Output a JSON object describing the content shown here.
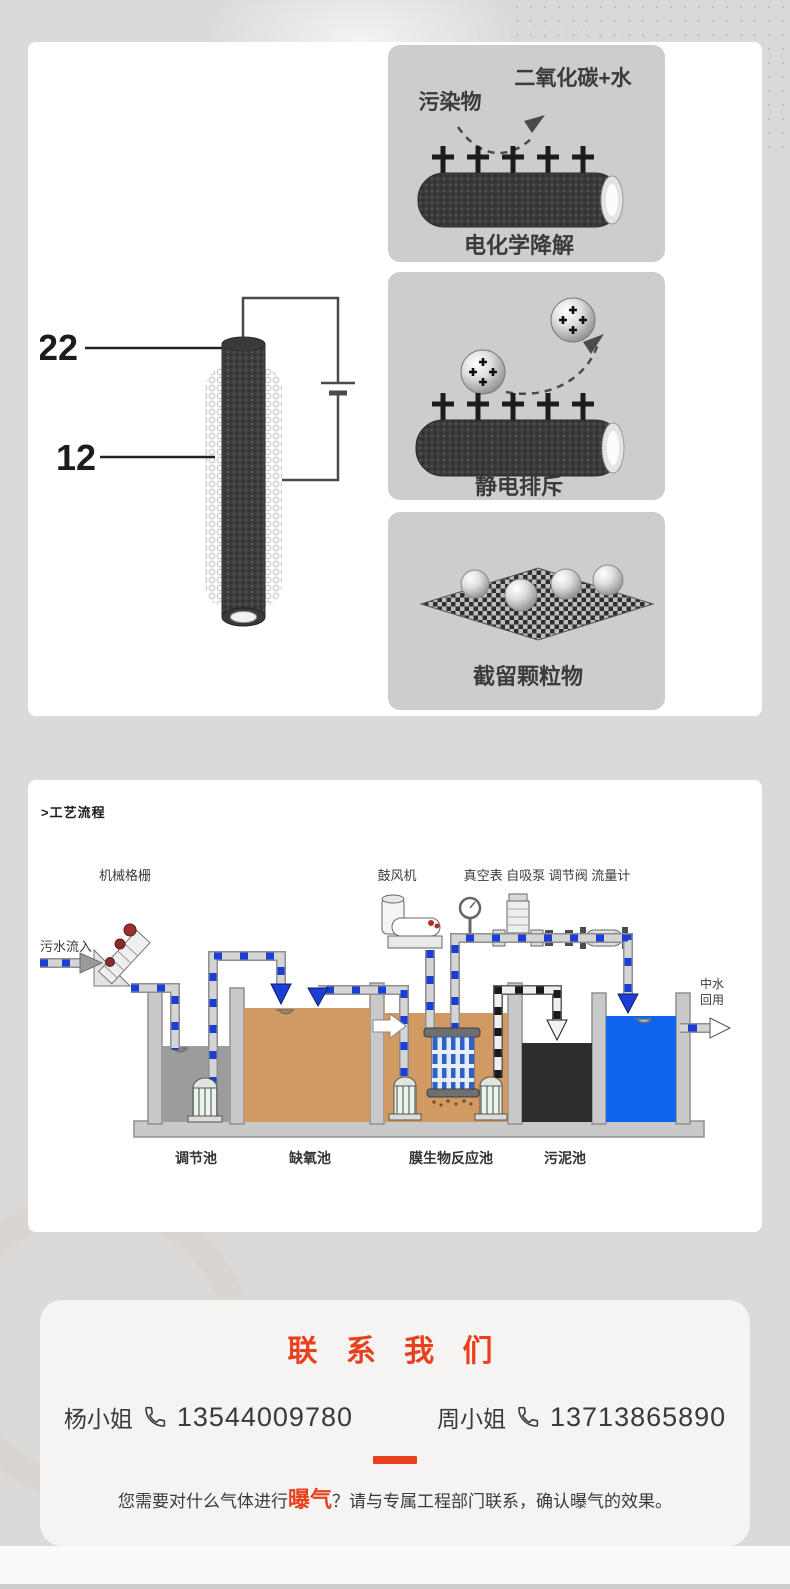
{
  "page": {
    "accent_color": "#e8401c",
    "background_color": "#e9e7e6"
  },
  "mechanism": {
    "electrode": {
      "label_outer": "22",
      "label_inner": "12"
    },
    "panels": [
      {
        "pollutant_label": "污染物",
        "product_label": "二氧化碳+水",
        "caption": "电化学降解"
      },
      {
        "caption": "静电排斥"
      },
      {
        "caption": "截留颗粒物"
      }
    ]
  },
  "process": {
    "section_title": ">工艺流程",
    "equipment_labels": {
      "screen": "机械格栅",
      "blower": "鼓风机",
      "instruments": "真空表 自吸泵 调节阀  流量计"
    },
    "inflow_label": "污水流入",
    "outflow_label_line1": "中水",
    "outflow_label_line2": "回用",
    "tanks": [
      {
        "name": "调节池",
        "water_color": "#9c9c9c"
      },
      {
        "name": "缺氧池",
        "water_color": "#d29a63"
      },
      {
        "name": "膜生物反应池",
        "water_color": "#d29a63"
      },
      {
        "name": "污泥池",
        "water_color": "#2d2d2d"
      }
    ],
    "clean_water_color": "#0f63ee"
  },
  "contact": {
    "title": "联 系 我 们",
    "contacts": [
      {
        "name": "杨小姐",
        "phone": "13544009780"
      },
      {
        "name": "周小姐",
        "phone": "13713865890"
      }
    ],
    "note": {
      "prefix": "您需要对什么气体进行",
      "highlight": "曝气",
      "suffix": "？请与专属工程部门联系，确认曝气的效果。"
    }
  }
}
